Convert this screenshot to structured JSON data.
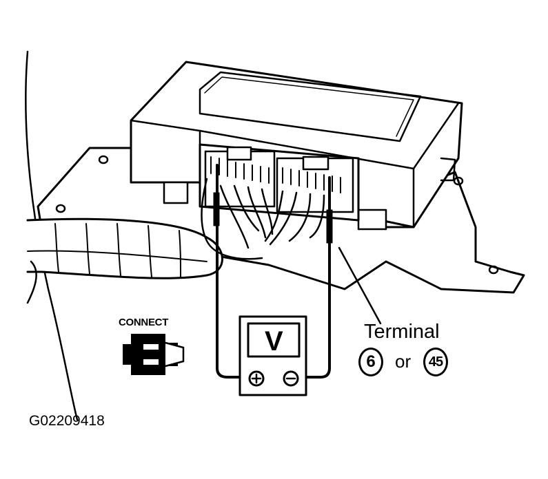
{
  "labels": {
    "connect": "CONNECT",
    "terminal": "Terminal",
    "terminal_a": "6",
    "or_word": "or",
    "terminal_b": "45",
    "meter_symbol": "V",
    "figure_id": "G02209418"
  },
  "icons": {
    "connector": "connect-connector-icon",
    "positive_terminal": "plus-terminal-icon",
    "negative_terminal": "minus-terminal-icon"
  },
  "colors": {
    "ink": "#000000",
    "paper": "#ffffff"
  }
}
